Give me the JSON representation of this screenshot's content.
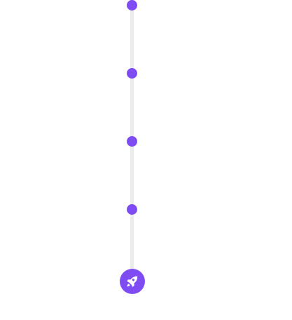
{
  "timeline": {
    "steps": [
      {
        "state": "completed"
      },
      {
        "state": "completed"
      },
      {
        "state": "completed"
      },
      {
        "state": "completed"
      }
    ],
    "end_icon": "rocket-icon"
  },
  "colors": {
    "accent": "#7f4cf4",
    "track": "#ebebeb",
    "background": "#ffffff"
  }
}
